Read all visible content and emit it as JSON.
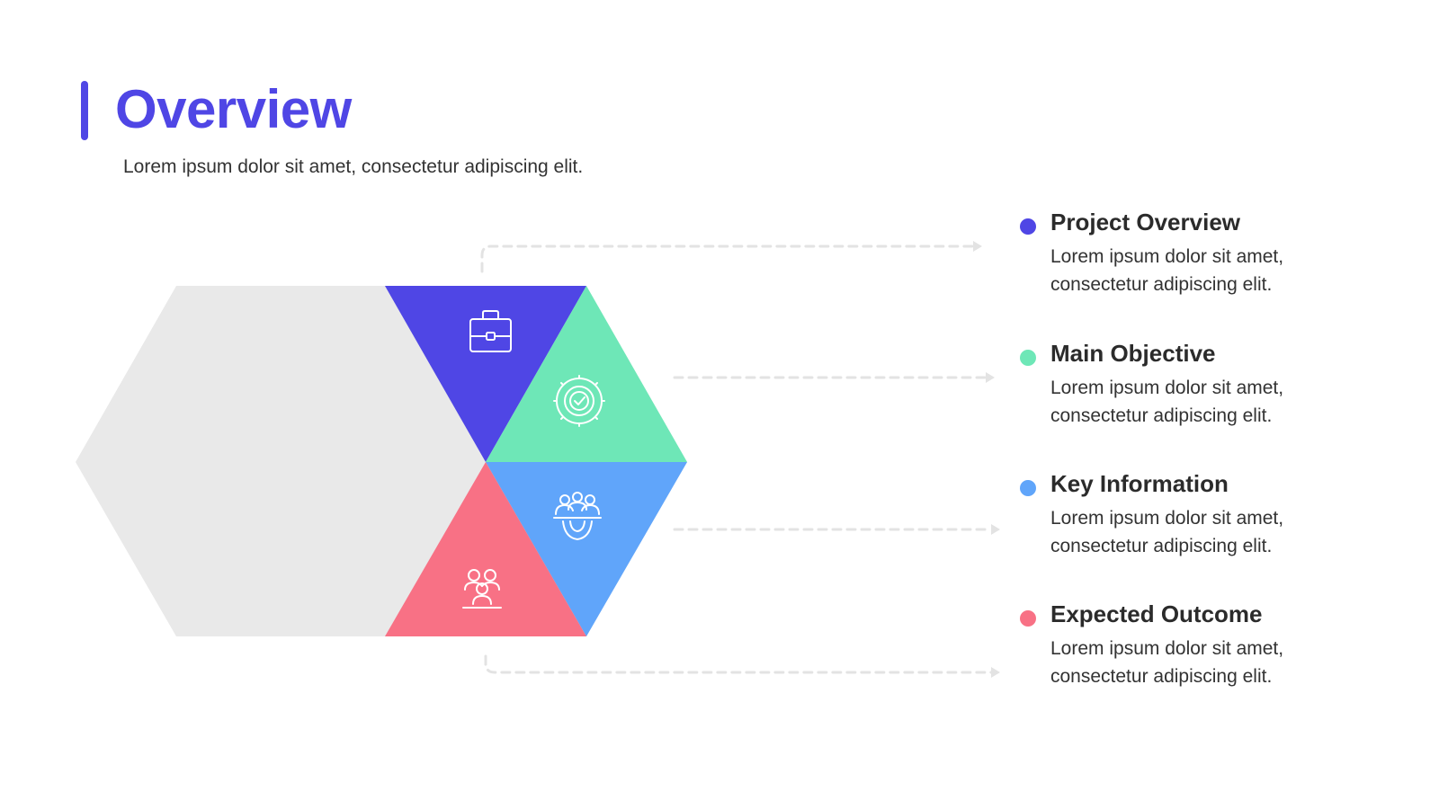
{
  "header": {
    "title": "Overview",
    "subtitle": "Lorem ipsum dolor sit amet, consectetur adipiscing elit."
  },
  "colors": {
    "accent": "#4f46e5",
    "hexagon_bg": "#e9e9e9",
    "connector": "#e3e3e3"
  },
  "segments": [
    {
      "id": "project-overview",
      "title": "Project Overview",
      "desc_line1": "Lorem ipsum dolor sit amet,",
      "desc_line2": "consectetur adipiscing elit.",
      "color": "#4f46e5",
      "icon": "briefcase-icon"
    },
    {
      "id": "main-objective",
      "title": "Main Objective",
      "desc_line1": "Lorem ipsum dolor sit amet,",
      "desc_line2": "consectetur adipiscing elit.",
      "color": "#6ee7b7",
      "icon": "gear-check-icon"
    },
    {
      "id": "key-information",
      "title": "Key Information",
      "desc_line1": "Lorem ipsum dolor sit amet,",
      "desc_line2": "consectetur adipiscing elit.",
      "color": "#60a5fa",
      "icon": "team-gear-icon"
    },
    {
      "id": "expected-outcome",
      "title": "Expected Outcome",
      "desc_line1": "Lorem ipsum dolor sit amet,",
      "desc_line2": "consectetur adipiscing elit.",
      "color": "#f87185",
      "icon": "meeting-icon"
    }
  ]
}
